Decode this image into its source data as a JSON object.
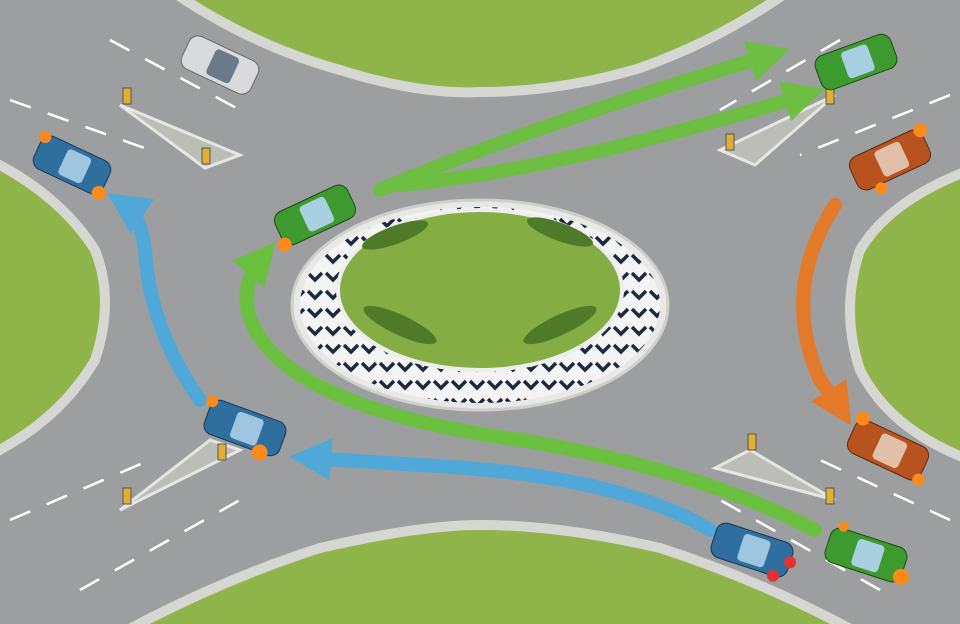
{
  "colors": {
    "road": "#9d9ea0",
    "grass": "#8fb54a",
    "curb": "#d6d6d2",
    "island_grass": "#84ae44",
    "arrow_green": "#6cc040",
    "arrow_blue": "#4fa8d8",
    "arrow_orange": "#e27a2a",
    "car_blue": "#2e6fa0",
    "car_green": "#3d9a2e",
    "car_orange": "#b8521e",
    "car_silver": "#d8dadc",
    "indicator": "#ff8a1a"
  },
  "cars": [
    {
      "name": "silver-car-top-left",
      "color": "car_silver"
    },
    {
      "name": "blue-car-left-exit",
      "color": "car_blue"
    },
    {
      "name": "green-car-top-right",
      "color": "car_green"
    },
    {
      "name": "orange-car-right-top",
      "color": "car_orange"
    },
    {
      "name": "green-car-roundabout",
      "color": "car_green"
    },
    {
      "name": "blue-car-roundabout",
      "color": "car_blue"
    },
    {
      "name": "orange-car-right-bottom",
      "color": "car_orange"
    },
    {
      "name": "blue-car-bottom",
      "color": "car_blue"
    },
    {
      "name": "green-car-bottom",
      "color": "car_green"
    }
  ]
}
